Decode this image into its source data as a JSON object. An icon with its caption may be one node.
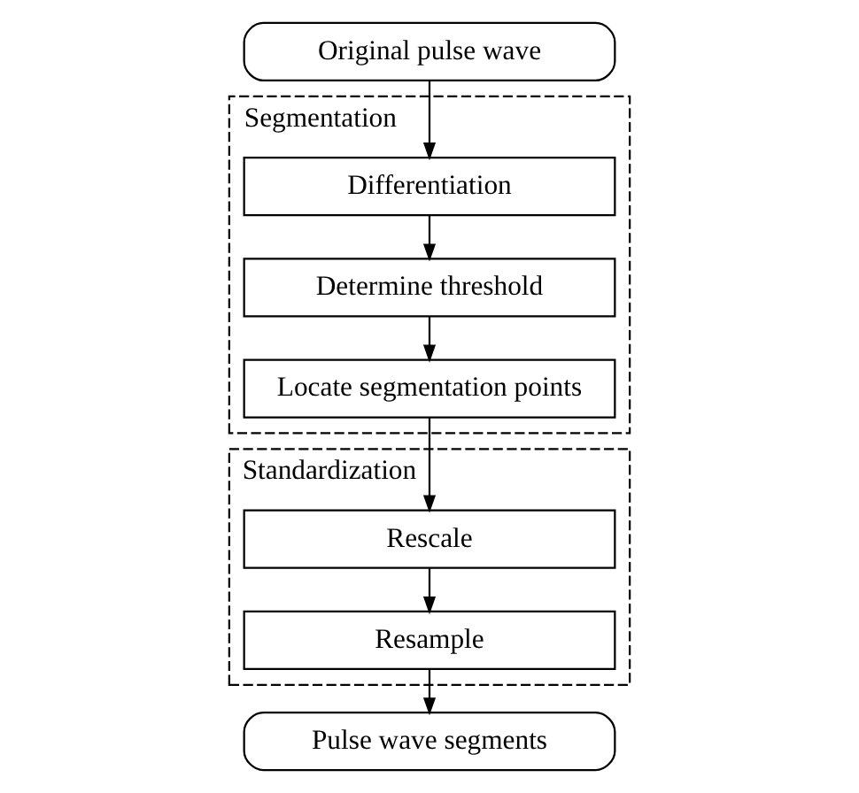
{
  "diagram": {
    "nodes": [
      {
        "text": [
          "Original pulse wave"
        ]
      },
      {
        "text": [
          "Segmentation"
        ]
      },
      {
        "text": [
          "Differentiation"
        ],
        "in": 1
      },
      {
        "text": [
          "Determine threshold"
        ],
        "in": 1
      },
      {
        "text": [
          "Locate segmentation points"
        ],
        "in": 1
      },
      {
        "text": [
          "Standardization"
        ]
      },
      {
        "text": [
          "Rescale"
        ],
        "in": 5
      },
      {
        "text": [
          "Resample"
        ],
        "in": 5
      },
      {
        "text": [
          "Pulse wave segments"
        ]
      }
    ],
    "edges": [
      {
        "from": 0,
        "to": 2,
        "arrow": "to"
      },
      {
        "from": 2,
        "to": 3,
        "arrow": "to"
      },
      {
        "from": 3,
        "to": 4,
        "arrow": "to"
      },
      {
        "from": 4,
        "to": 6,
        "arrow": "to"
      },
      {
        "from": 6,
        "to": 7,
        "arrow": "to"
      },
      {
        "from": 7,
        "to": 8,
        "arrow": "to"
      }
    ]
  }
}
